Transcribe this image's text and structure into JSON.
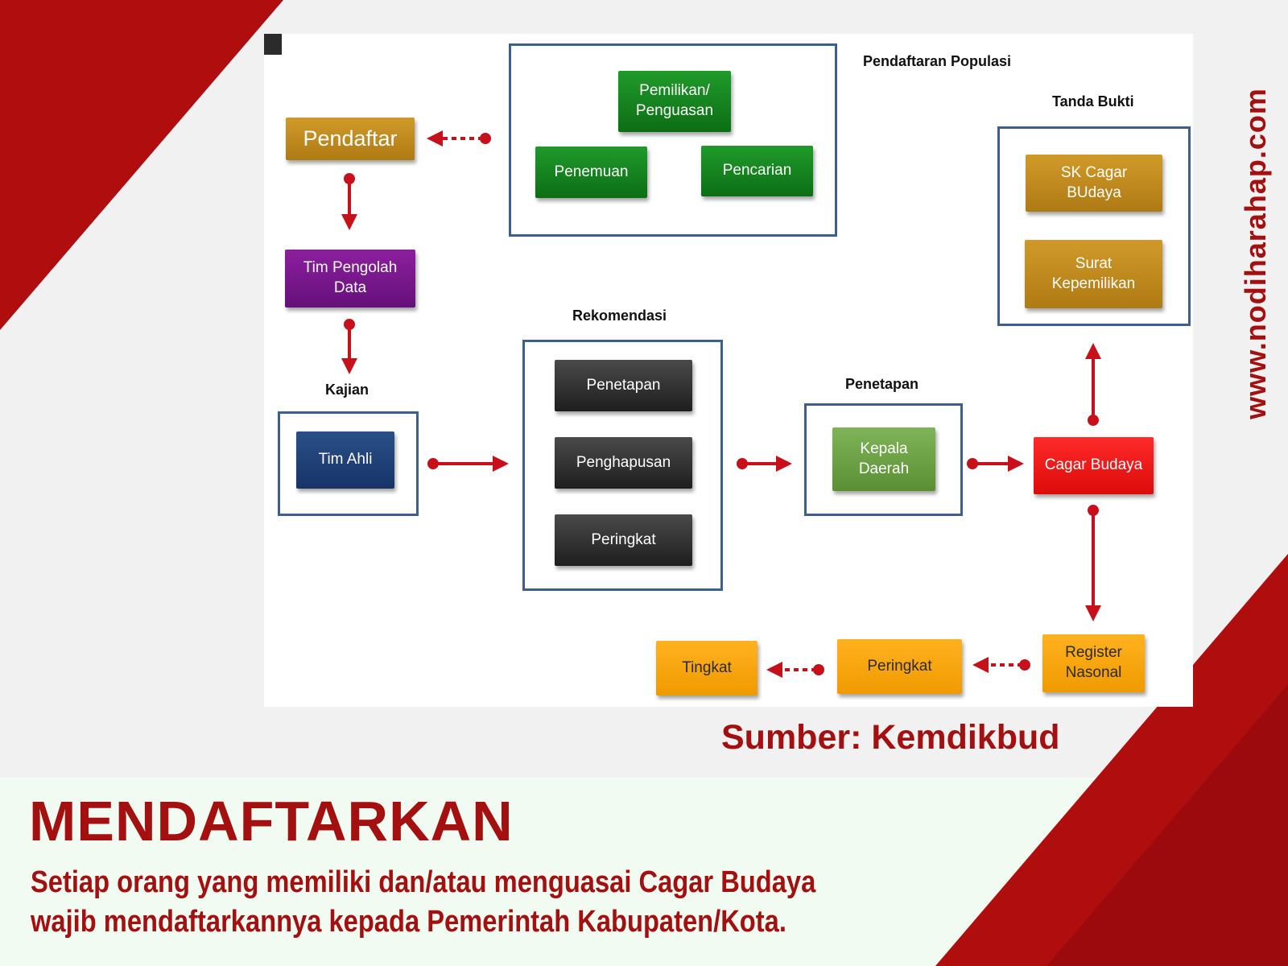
{
  "diagram": {
    "labels": {
      "pendaftaran_populasi": "Pendaftaran Populasi",
      "tanda_bukti": "Tanda Bukti",
      "rekomendasi": "Rekomendasi",
      "kajian": "Kajian",
      "penetapan": "Penetapan"
    },
    "nodes": {
      "pendaftar": "Pendaftar",
      "pemilikan": "Pemilikan/\nPenguasan",
      "penemuan": "Penemuan",
      "pencarian": "Pencarian",
      "tim_pengolah": "Tim Pengolah\nData",
      "tim_ahli": "Tim Ahli",
      "rek_penetapan": "Penetapan",
      "rek_penghapusan": "Penghapusan",
      "rek_peringkat": "Peringkat",
      "kepala_daerah": "Kepala\nDaerah",
      "cagar_budaya": "Cagar Budaya",
      "sk_cagar": "SK Cagar\nBUdaya",
      "surat_kepemilikan": "Surat\nKepemilikan",
      "register_nasonal": "Register\nNasonal",
      "peringkat": "Peringkat",
      "tingkat": "Tingkat"
    }
  },
  "source": "Sumber: Kemdikbud",
  "watermark": "www.nodiharahap.com",
  "heading": "MENDAFTARKAN",
  "description": {
    "line1": "Setiap orang yang memiliki dan/atau menguasai Cagar Budaya",
    "line2": "wajib mendaftarkannya kepada Pemerintah Kabupaten/Kota."
  },
  "colors": {
    "brand_red": "#a40f10",
    "accent_red": "#c80a0c",
    "frame_blue": "#3d5f8f",
    "arrow_red": "#c8101a"
  }
}
